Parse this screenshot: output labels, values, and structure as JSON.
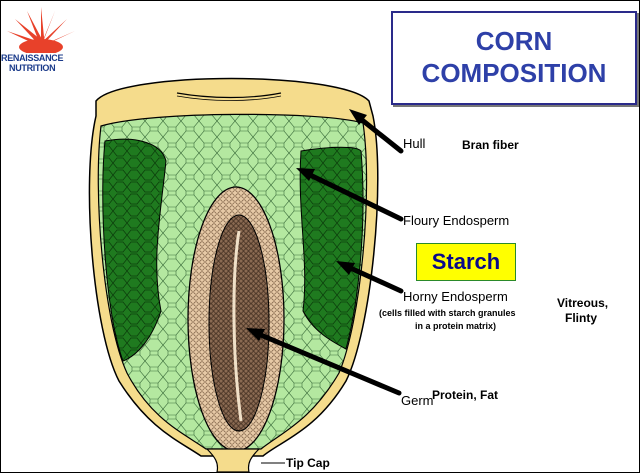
{
  "logo": {
    "line1": "RENAISSANCE",
    "line2": "NUTRITION",
    "color": "#e8412a",
    "text_color": "#1a3a8a"
  },
  "title": {
    "line1": "CORN",
    "line2": "COMPOSITION",
    "color": "#2e40a8"
  },
  "labels": {
    "hull": "Hull",
    "bran_fiber": "Bran fiber",
    "floury_endosperm": "Floury Endosperm",
    "starch": "Starch",
    "horny_endosperm": "Horny Endosperm",
    "horny_note_line1": "(cells filled with starch granules",
    "horny_note_line2": "in a protein matrix)",
    "vitreous": "Vitreous,",
    "flinty": "Flinty",
    "germ": "Germ",
    "protein_fat": "Protein, Fat",
    "tip_cap": "Tip Cap"
  },
  "colors": {
    "hull": "#f5dc8c",
    "floury": "#b4e8a0",
    "horny": "#1f7a1f",
    "germ_outer": "#e6c9a6",
    "germ_inner": "#8a6a52",
    "starch_bg": "#ffff00",
    "starch_text": "#0a0a8a"
  }
}
